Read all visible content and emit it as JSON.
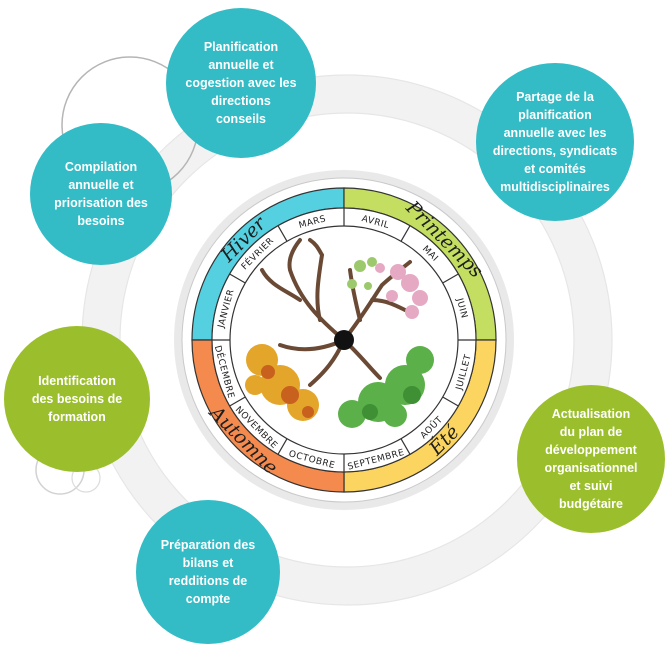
{
  "wheel": {
    "seasons": [
      {
        "name": "Hiver",
        "color": "#55d0e0"
      },
      {
        "name": "Printemps",
        "color": "#c3de60"
      },
      {
        "name": "Été",
        "color": "#fcd560"
      },
      {
        "name": "Automne",
        "color": "#f48a4e"
      }
    ],
    "months": [
      "JANVIER",
      "FÉVRIER",
      "MARS",
      "AVRIL",
      "MAI",
      "JUIN",
      "JUILLET",
      "AOÛT",
      "SEPTEMBRE",
      "OCTOBRE",
      "NOVEMBRE",
      "DÉCEMBRE"
    ]
  },
  "steps": [
    {
      "text": "Planification\nannuelle et\ncogestion avec les\ndirections\nconseils",
      "color": "teal"
    },
    {
      "text": "Partage de la\nplanification\nannuelle avec les\ndirections, syndicats\net comités\nmultidisciplinaires",
      "color": "teal"
    },
    {
      "text": "Compilation\nannuelle et\npriorisation des\nbesoins",
      "color": "teal"
    },
    {
      "text": "Identification\ndes besoins de\nformation",
      "color": "green"
    },
    {
      "text": "Actualisation\ndu plan de\ndéveloppement\norganisationnel\net suivi\nbudgétaire",
      "color": "green"
    },
    {
      "text": "Préparation des\nbilans et\nredditions de\ncompte",
      "color": "teal"
    }
  ]
}
